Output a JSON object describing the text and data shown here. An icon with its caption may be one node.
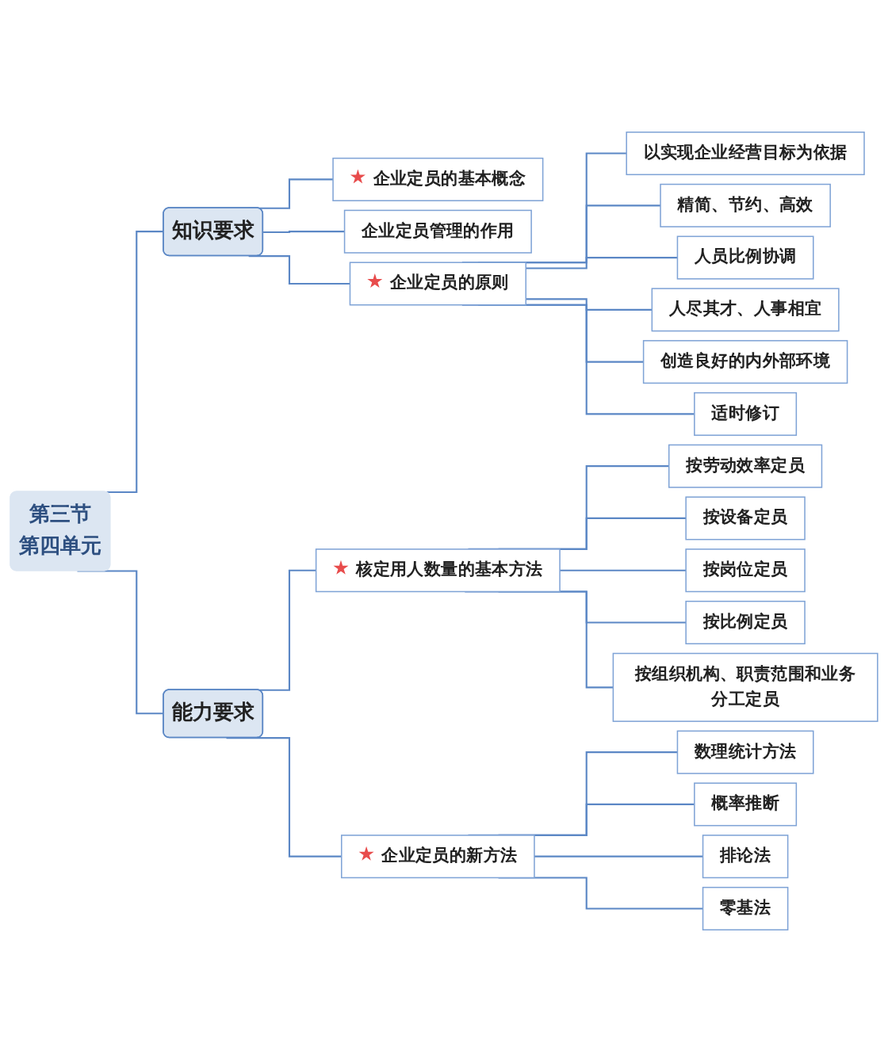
{
  "diagram": {
    "nodes": [
      {
        "text": [
          "第三节",
          "第四单元"
        ]
      },
      {
        "text": [
          "知识要求"
        ]
      },
      {
        "text": [
          "企业定员的基本概念"
        ]
      },
      {
        "text": [
          "企业定员管理的作用"
        ]
      },
      {
        "text": [
          "企业定员的原则"
        ]
      },
      {
        "text": [
          "以实现企业经营目标为依据"
        ]
      },
      {
        "text": [
          "精简、节约、高效"
        ]
      },
      {
        "text": [
          "人员比例协调"
        ]
      },
      {
        "text": [
          "人尽其才、人事相宜"
        ]
      },
      {
        "text": [
          "创造良好的内外部环境"
        ]
      },
      {
        "text": [
          "适时修订"
        ]
      },
      {
        "text": [
          "能力要求"
        ]
      },
      {
        "text": [
          "核定用人数量的基本方法"
        ]
      },
      {
        "text": [
          "按劳动效率定员"
        ]
      },
      {
        "text": [
          "按设备定员"
        ]
      },
      {
        "text": [
          "按岗位定员"
        ]
      },
      {
        "text": [
          "按比例定员"
        ]
      },
      {
        "text": [
          "按组织机构、职责范围和业务分工定员"
        ]
      },
      {
        "text": [
          "企业定员的新方法"
        ]
      },
      {
        "text": [
          "数理统计方法"
        ]
      },
      {
        "text": [
          "概率推断"
        ]
      },
      {
        "text": [
          "排论法"
        ]
      },
      {
        "text": [
          "零基法"
        ]
      }
    ],
    "edges": [
      {
        "from": 0,
        "to": 1,
        "arrow": "none"
      },
      {
        "from": 1,
        "to": 2,
        "arrow": "none"
      },
      {
        "from": 1,
        "to": 3,
        "arrow": "none"
      },
      {
        "from": 1,
        "to": 4,
        "arrow": "none"
      },
      {
        "from": 4,
        "to": 5,
        "arrow": "none"
      },
      {
        "from": 4,
        "to": 6,
        "arrow": "none"
      },
      {
        "from": 4,
        "to": 7,
        "arrow": "none"
      },
      {
        "from": 4,
        "to": 8,
        "arrow": "none"
      },
      {
        "from": 4,
        "to": 9,
        "arrow": "none"
      },
      {
        "from": 4,
        "to": 10,
        "arrow": "none"
      },
      {
        "from": 0,
        "to": 11,
        "arrow": "none"
      },
      {
        "from": 11,
        "to": 12,
        "arrow": "none"
      },
      {
        "from": 12,
        "to": 13,
        "arrow": "none"
      },
      {
        "from": 12,
        "to": 14,
        "arrow": "none"
      },
      {
        "from": 12,
        "to": 15,
        "arrow": "none"
      },
      {
        "from": 12,
        "to": 16,
        "arrow": "none"
      },
      {
        "from": 12,
        "to": 17,
        "arrow": "none"
      },
      {
        "from": 11,
        "to": 18,
        "arrow": "none"
      },
      {
        "from": 18,
        "to": 19,
        "arrow": "none"
      },
      {
        "from": 18,
        "to": 20,
        "arrow": "none"
      },
      {
        "from": 18,
        "to": 21,
        "arrow": "none"
      },
      {
        "from": 18,
        "to": 22,
        "arrow": "none"
      }
    ]
  }
}
